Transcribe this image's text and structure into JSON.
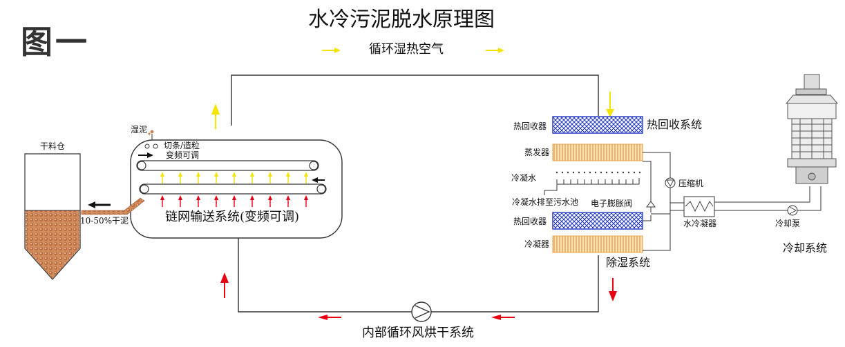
{
  "figure_label": "图一",
  "title": "水冷污泥脱水原理图",
  "loops": {
    "top": "循环湿热空气",
    "bottom": "内部循环风烘干系统"
  },
  "dryer": {
    "wet_sludge": "湿泥",
    "cutting": "切条/造粒",
    "freq1": "变频可调",
    "conveyor": "链网输送系统(变频可调)",
    "output_ratio": "10-50%干泥"
  },
  "silo": {
    "label": "干料仓"
  },
  "dehumid": {
    "heat_recovery_top": "热回收器",
    "heat_recovery_system": "热回收系统",
    "evaporator": "蒸发器",
    "condensate": "冷凝水",
    "condensate_drain": "冷凝水排至污水池",
    "expansion_valve": "电子膨胀阀",
    "heat_recovery_bottom": "热回收器",
    "condenser": "冷凝器",
    "system": "除湿系统",
    "compressor": "压缩机",
    "water_condenser": "水冷凝器"
  },
  "cooling": {
    "pump": "冷却泵",
    "system": "冷却系统"
  },
  "colors": {
    "frame": "#333333",
    "hot_arrow": "#e60012",
    "warm_arrow": "#f5e400",
    "heat_exchanger_blue": "#1a2fbf",
    "coil_orange": "#f0b060",
    "sludge": "#c9855a"
  }
}
